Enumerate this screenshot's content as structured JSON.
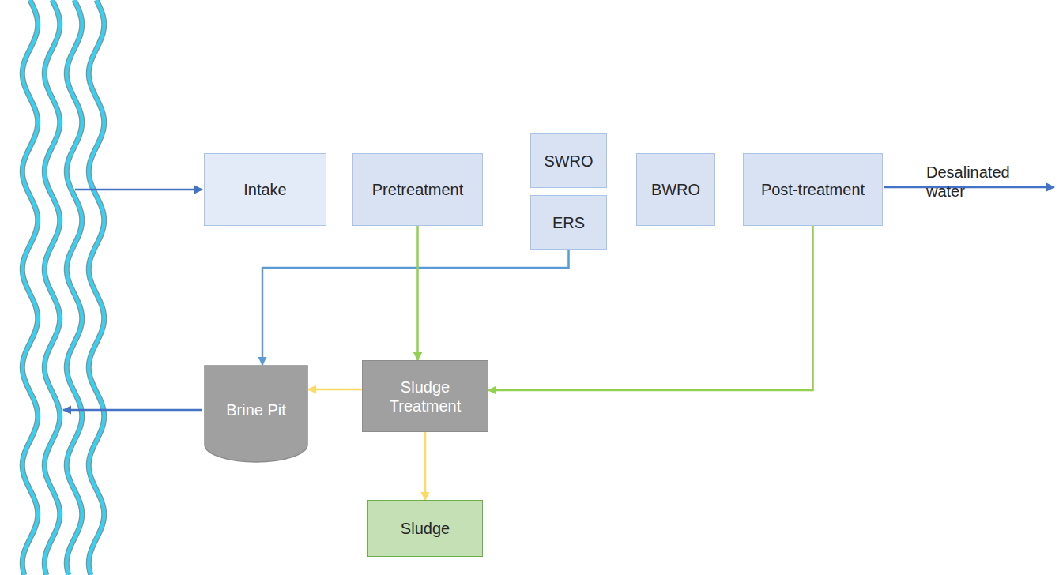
{
  "diagram": {
    "nodes": [
      {
        "text": [
          "Intake"
        ]
      },
      {
        "text": [
          "Pretreatment"
        ]
      },
      {
        "text": [
          "SWRO"
        ]
      },
      {
        "text": [
          "ERS"
        ]
      },
      {
        "text": [
          "BWRO"
        ]
      },
      {
        "text": [
          "Post-treatment"
        ]
      },
      {
        "text": [
          "Brine Pit"
        ]
      },
      {
        "text": [
          "Sludge Treatment"
        ]
      },
      {
        "text": [
          "Sludge"
        ]
      }
    ],
    "edges": [
      {
        "from": 3,
        "to": 6,
        "arrow": "to"
      },
      {
        "from": 1,
        "to": 7,
        "arrow": "to"
      },
      {
        "from": 5,
        "to": 7,
        "arrow": "to"
      },
      {
        "from": 7,
        "to": 6,
        "arrow": "to"
      },
      {
        "from": 7,
        "to": 8,
        "arrow": "to"
      }
    ],
    "labels": [
      "Desalinated water"
    ]
  }
}
